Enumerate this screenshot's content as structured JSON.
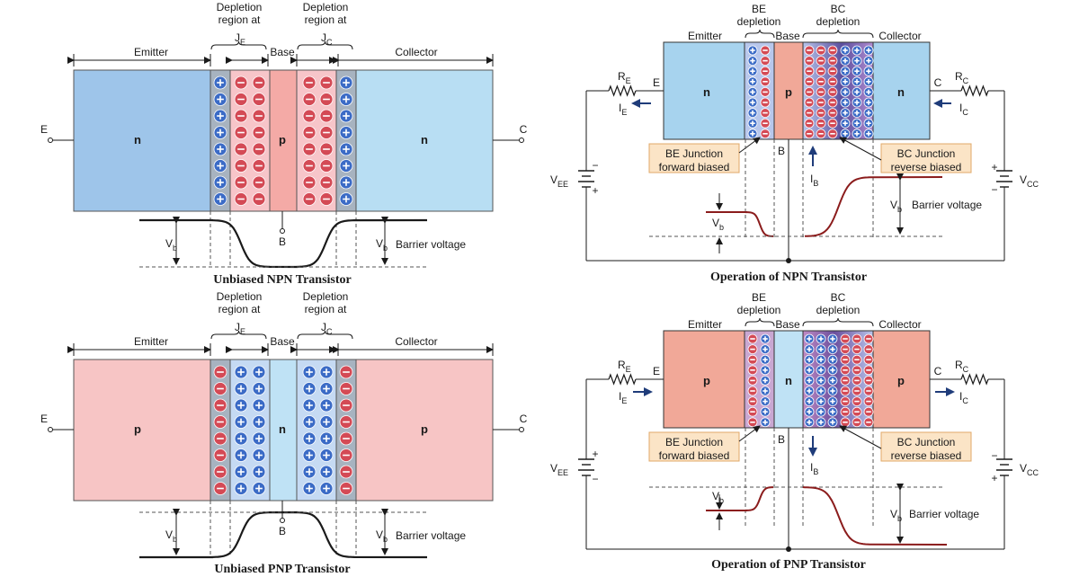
{
  "colors": {
    "n_region": "#a7d3ee",
    "n_region_left": "#9ec5ea",
    "p_region": "#f1a898",
    "p_region_light": "#f7c5c5",
    "base_p": "#f4aaa6",
    "base_n": "#bfe2f5",
    "neg_ion": "#d44a55",
    "pos_ion": "#3b6bc6",
    "depletion_gray": "#a7b3c0",
    "curve": "#8b1c1c",
    "note_fill": "#fbe4c6",
    "note_stroke": "#e0a868"
  },
  "unbiased_npn": {
    "title": "Unbiased NPN Transistor",
    "emitter": "Emitter",
    "base": "Base",
    "collector": "Collector",
    "dep_je": "Depletion\nregion at",
    "je": "J",
    "je_sub": "E",
    "dep_jc": "Depletion\nregion at",
    "jc": "J",
    "jc_sub": "C",
    "left_type": "n",
    "mid_type": "p",
    "right_type": "n",
    "term_e": "E",
    "term_c": "C",
    "term_b": "B",
    "vb": "V",
    "vb_sub": "b",
    "barrier": "Barrier voltage"
  },
  "unbiased_pnp": {
    "title": "Unbiased PNP Transistor",
    "emitter": "Emitter",
    "base": "Base",
    "collector": "Collector",
    "dep_je": "Depletion\nregion at",
    "je": "J",
    "je_sub": "E",
    "dep_jc": "Depletion\nregion at",
    "jc": "J",
    "jc_sub": "C",
    "left_type": "p",
    "mid_type": "n",
    "right_type": "p",
    "term_e": "E",
    "term_c": "C",
    "term_b": "B",
    "vb": "V",
    "vb_sub": "b",
    "barrier": "Barrier voltage"
  },
  "op_npn": {
    "title": "Operation of NPN Transistor",
    "be_dep": "BE\ndepletion",
    "bc_dep": "BC\ndepletion",
    "emitter": "Emitter",
    "base": "Base",
    "collector": "Collector",
    "left_type": "n",
    "mid_type": "p",
    "right_type": "n",
    "re": "R",
    "re_sub": "E",
    "rc": "R",
    "rc_sub": "C",
    "e": "E",
    "c": "C",
    "b": "B",
    "ie": "I",
    "ie_sub": "E",
    "ic": "I",
    "ic_sub": "C",
    "ib": "I",
    "ib_sub": "B",
    "vee": "V",
    "vee_sub": "EE",
    "vcc": "V",
    "vcc_sub": "CC",
    "be_note": "BE Junction\nforward biased",
    "bc_note": "BC Junction\nreverse biased",
    "vb": "V",
    "vb_sub": "b",
    "barrier": "Barrier voltage"
  },
  "op_pnp": {
    "title": "Operation of PNP Transistor",
    "be_dep": "BE\ndepletion",
    "bc_dep": "BC\ndepletion",
    "emitter": "Emitter",
    "base": "Base",
    "collector": "Collector",
    "left_type": "p",
    "mid_type": "n",
    "right_type": "p",
    "re": "R",
    "re_sub": "E",
    "rc": "R",
    "rc_sub": "C",
    "e": "E",
    "c": "C",
    "b": "B",
    "ie": "I",
    "ie_sub": "E",
    "ic": "I",
    "ic_sub": "C",
    "ib": "I",
    "ib_sub": "B",
    "vee": "V",
    "vee_sub": "EE",
    "vcc": "V",
    "vcc_sub": "CC",
    "be_note": "BE Junction\nforward biased",
    "bc_note": "BC Junction\nreverse biased",
    "vb": "V",
    "vb_sub": "b",
    "barrier": "Barrier voltage"
  }
}
